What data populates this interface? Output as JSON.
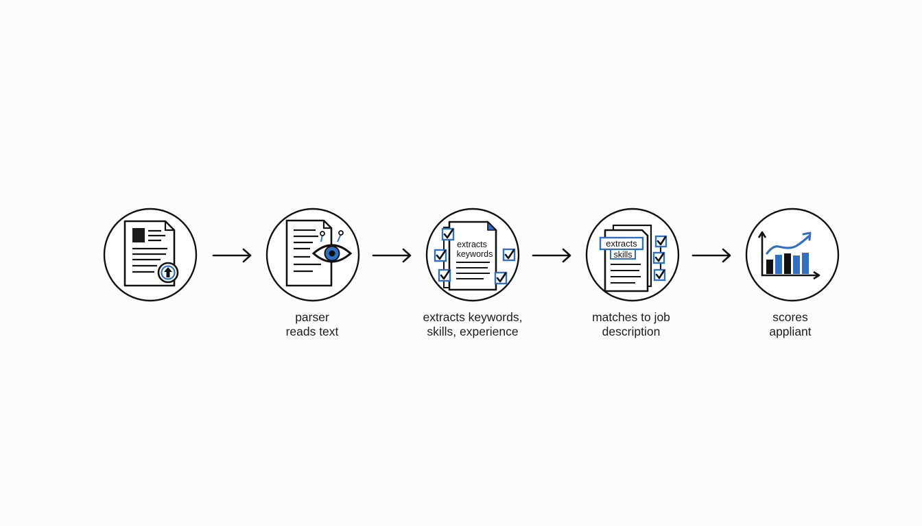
{
  "colors": {
    "ink": "#111111",
    "accent": "#2f6fc4",
    "background": "#fcfcfc"
  },
  "steps": [
    {
      "icon": "resume-upload-icon",
      "caption": []
    },
    {
      "icon": "document-eye-icon",
      "caption": [
        "parser",
        "reads text"
      ]
    },
    {
      "icon": "document-checklist-icon",
      "doc_text": [
        "extracts",
        "keywords"
      ],
      "caption": [
        "extracts keywords,",
        "skills, experience"
      ]
    },
    {
      "icon": "document-match-icon",
      "doc_text": [
        "extracts",
        "skills"
      ],
      "caption": [
        "matches to job",
        "description"
      ]
    },
    {
      "icon": "bar-chart-trend-icon",
      "caption": [
        "scores",
        "appliant"
      ]
    }
  ]
}
